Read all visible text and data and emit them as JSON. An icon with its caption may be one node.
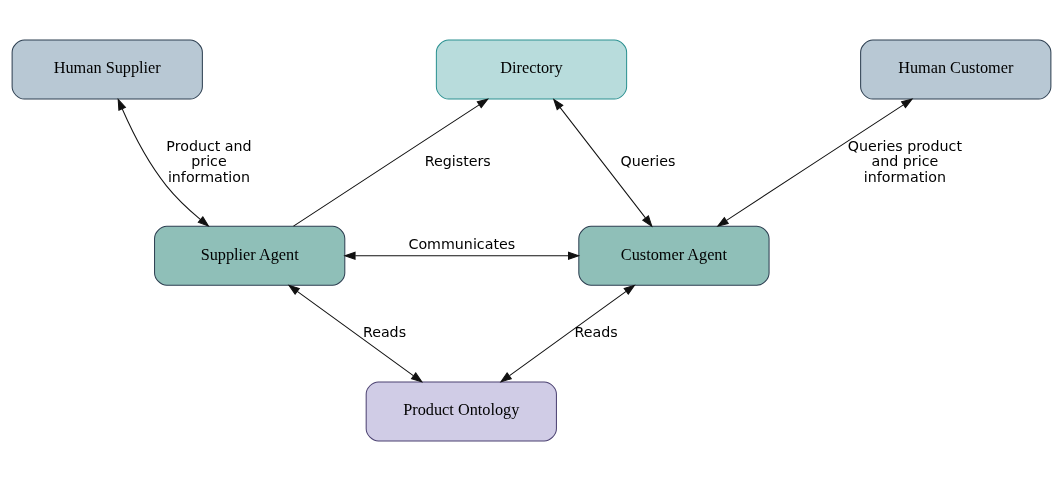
{
  "diagram": {
    "nodes": [
      {
        "text": [
          "Human Supplier"
        ]
      },
      {
        "text": [
          "Directory"
        ]
      },
      {
        "text": [
          "Human Customer"
        ]
      },
      {
        "text": [
          "Supplier Agent"
        ]
      },
      {
        "text": [
          "Customer Agent"
        ]
      },
      {
        "text": [
          "Product Ontology"
        ]
      }
    ],
    "edges": [
      {
        "from": 0,
        "to": 3,
        "arrow": "both",
        "label": "Product and price information"
      },
      {
        "from": 3,
        "to": 1,
        "arrow": "to",
        "label": "Registers"
      },
      {
        "from": 1,
        "to": 4,
        "arrow": "both",
        "label": "Queries"
      },
      {
        "from": 2,
        "to": 4,
        "arrow": "both",
        "label": "Queries product and price information"
      },
      {
        "from": 3,
        "to": 4,
        "arrow": "both",
        "label": "Communicates"
      },
      {
        "from": 3,
        "to": 5,
        "arrow": "both",
        "label": "Reads"
      },
      {
        "from": 4,
        "to": 5,
        "arrow": "both",
        "label": "Reads"
      }
    ]
  }
}
